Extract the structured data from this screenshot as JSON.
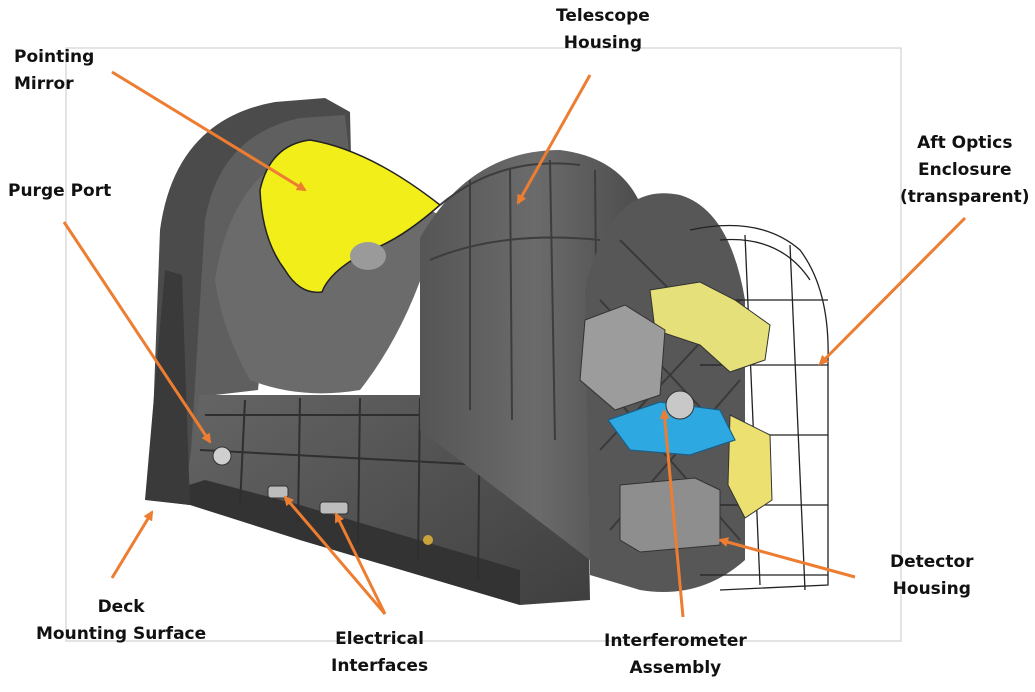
{
  "labels": {
    "pointing_mirror": [
      "Pointing",
      "Mirror"
    ],
    "telescope_housing": [
      "Telescope",
      "Housing"
    ],
    "aft_optics": [
      "Aft Optics",
      "Enclosure",
      "(transparent)"
    ],
    "purge_port": [
      "Purge Port"
    ],
    "deck": [
      "Deck",
      "Mounting Surface"
    ],
    "electrical": [
      "Electrical",
      "Interfaces"
    ],
    "interferometer": [
      "Interferometer",
      "Assembly"
    ],
    "detector": [
      "Detector",
      "Housing"
    ]
  },
  "colors": {
    "arrow": "#ed7d31",
    "housing": "#5a5a5a",
    "housing_dark": "#3c3c3c",
    "mirror": "#f2ee1a",
    "optics_yellow": "#e6e07a",
    "interferometer_blue": "#2ea8e0",
    "frame": "#c8c8c8"
  }
}
